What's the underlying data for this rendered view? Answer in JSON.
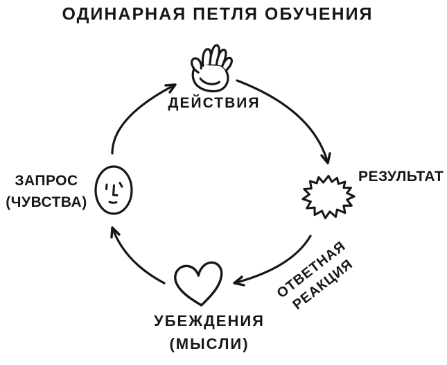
{
  "title": "ОДИНАРНАЯ ПЕТЛЯ ОБУЧЕНИЯ",
  "nodes": {
    "actions": {
      "label": "ДЕЙСТВИЯ",
      "icon": "raised-hand-icon"
    },
    "result": {
      "label": "РЕЗУЛЬТАТ",
      "icon": "starburst-icon"
    },
    "beliefs": {
      "line1": "УБЕЖДЕНИЯ",
      "line2": "(МЫСЛИ)",
      "icon": "heart-icon"
    },
    "query": {
      "line1": "ЗАПРОС",
      "line2": "(ЧУВСТВА)",
      "icon": "neutral-face-icon"
    }
  },
  "edges": {
    "feedback": {
      "line1": "ОТВЕТНАЯ",
      "line2": "РЕАКЦИЯ"
    }
  },
  "colors": {
    "ink": "#161616",
    "background": "#ffffff"
  }
}
